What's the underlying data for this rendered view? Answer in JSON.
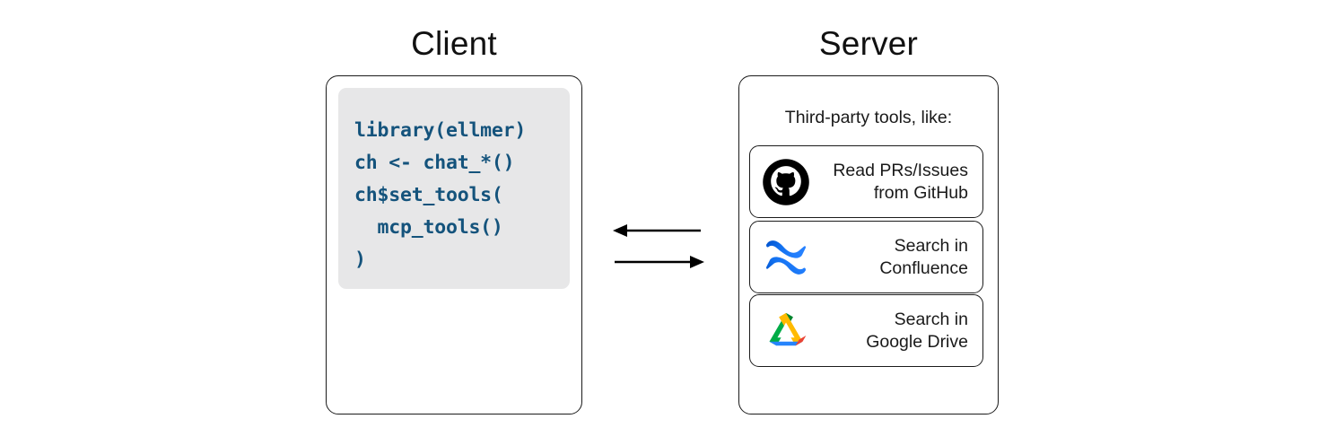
{
  "diagram": {
    "client": {
      "title": "Client",
      "code": {
        "language": "r",
        "lines": [
          "library(ellmer)",
          "",
          "ch <- chat_*()",
          "",
          "ch$set_tools(",
          "  mcp_tools()",
          ")"
        ],
        "text_color": "#14537c",
        "background_color": "#e7e7e8"
      }
    },
    "connector": {
      "arrows": [
        {
          "name": "response-arrow",
          "direction": "left"
        },
        {
          "name": "request-arrow",
          "direction": "right"
        }
      ],
      "color": "#000000"
    },
    "server": {
      "title": "Server",
      "tools_label": "Third-party tools, like:",
      "tools": [
        {
          "icon": "github-icon",
          "line1": "Read PRs/Issues",
          "line2": "from GitHub"
        },
        {
          "icon": "confluence-icon",
          "line1": "Search in",
          "line2": "Confluence"
        },
        {
          "icon": "google-drive-icon",
          "line1": "Search in",
          "line2": "Google Drive"
        }
      ]
    },
    "colors": {
      "border": "#1b1b1b",
      "text": "#1a1a1a",
      "code_text": "#14537c",
      "code_bg": "#e7e7e8",
      "github_black": "#000000",
      "confluence_blue": "#2681ff",
      "confluence_blue_dark": "#0052cc",
      "drive_green": "#00ac47",
      "drive_yellow": "#ffba00",
      "drive_blue": "#2684fc",
      "drive_red": "#ea4335",
      "drive_green_dark": "#00832d"
    }
  }
}
